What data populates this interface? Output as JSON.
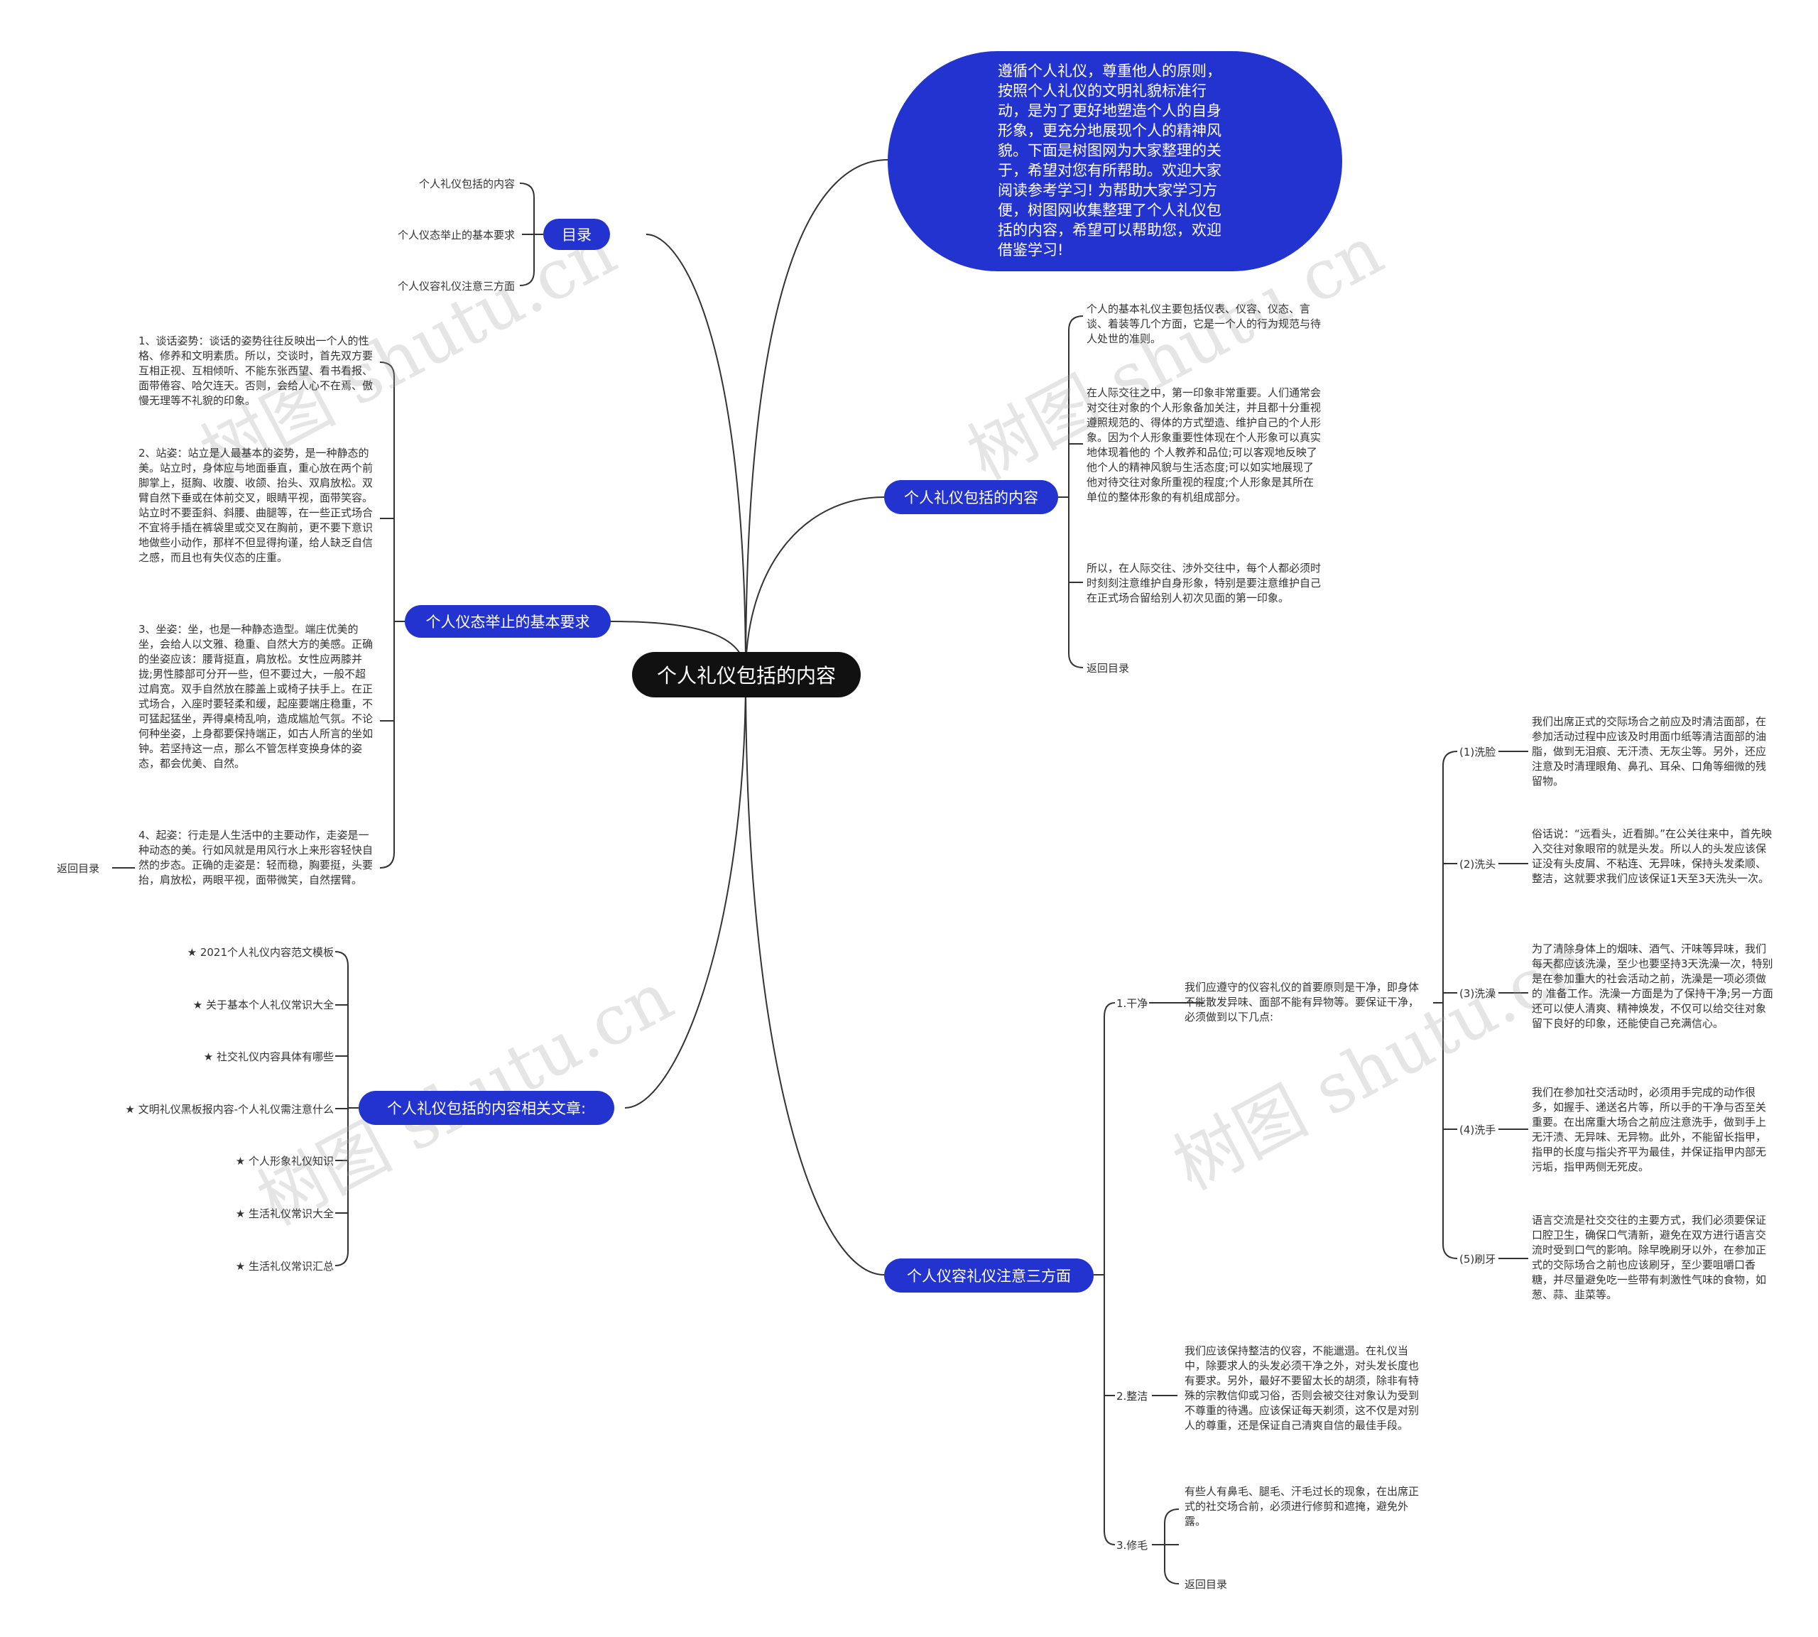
{
  "root": "个人礼仪包括的内容",
  "intro": "遵循个人礼仪，尊重他人的原则，按照个人礼仪的文明礼貌标准行动，是为了更好地塑造个人的自身形象，更充分地展现个人的精神风貌。下面是树图网为大家整理的关于，希望对您有所帮助。欢迎大家阅读参考学习! 为帮助大家学习方便，树图网收集整理了个人礼仪包括的内容，希望可以帮助您，欢迎借鉴学习!",
  "left": {
    "toc": {
      "label": "目录",
      "items": [
        "个人礼仪包括的内容",
        "个人仪态举止的基本要求",
        "个人仪容礼仪注意三方面"
      ]
    },
    "posture": {
      "label": "个人仪态举止的基本要求",
      "items": [
        "1、谈话姿势：谈话的姿势往往反映出一个人的性格、修养和文明素质。所以，交谈时，首先双方要互相正视、互相倾听、不能东张西望、看书看报、面带倦容、哈欠连天。否则，会给人心不在焉、傲慢无理等不礼貌的印象。",
        "2、站姿：站立是人最基本的姿势，是一种静态的美。站立时，身体应与地面垂直，重心放在两个前脚掌上，挺胸、收腹、收颌、抬头、双肩放松。双臂自然下垂或在体前交叉，眼睛平视，面带笑容。站立时不要歪斜、斜腰、曲腿等，在一些正式场合不宜将手插在裤袋里或交叉在胸前，更不要下意识地做些小动作，那样不但显得拘谨，给人缺乏自信之感，而且也有失仪态的庄重。",
        "3、坐姿：坐，也是一种静态造型。端庄优美的坐，会给人以文雅、稳重、自然大方的美感。正确的坐姿应该：腰背挺直，肩放松。女性应两膝并拢;男性膝部可分开一些，但不要过大，一般不超过肩宽。双手自然放在膝盖上或椅子扶手上。在正式场合，入座时要轻柔和缓，起座要端庄稳重，不可猛起猛坐，弄得桌椅乱响，造成尴尬气氛。不论何种坐姿，上身都要保持端正，如古人所言的坐如钟。若坚持这一点，那么不管怎样变换身体的姿态，都会优美、自然。",
        "4、起姿：行走是人生活中的主要动作，走姿是一种动态的美。行如风就是用风行水上来形容轻快自然的步态。正确的走姿是：轻而稳，胸要挺，头要抬，肩放松，两眼平视，面带微笑，自然摆臂。"
      ],
      "back": "返回目录"
    },
    "related": {
      "label": "个人礼仪包括的内容相关文章:",
      "items": [
        "★ 2021个人礼仪内容范文模板",
        "★ 关于基本个人礼仪常识大全",
        "★ 社交礼仪内容具体有哪些",
        "★ 文明礼仪黑板报内容-个人礼仪需注意什么",
        "★ 个人形象礼仪知识",
        "★ 生活礼仪常识大全",
        "★ 生活礼仪常识汇总"
      ]
    }
  },
  "right": {
    "content": {
      "label": "个人礼仪包括的内容",
      "items": [
        "个人的基本礼仪主要包括仪表、仪容、仪态、言谈、着装等几个方面，它是一个人的行为规范与待人处世的准则。",
        "在人际交往之中，第一印象非常重要。人们通常会对交往对象的个人形象备加关注，并且都十分重视遵照规范的、得体的方式塑造、维护自己的个人形象。因为个人形象重要性体现在个人形象可以真实地体现着他的 个人教养和品位;可以客观地反映了他个人的精神风貌与生活态度;可以如实地展现了他对待交往对象所重视的程度;个人形象是其所在单位的整体形象的有机组成部分。",
        "所以，在人际交往、涉外交往中，每个人都必须时时刻刻注意维护自身形象，特别是要注意维护自己在正式场合留给别人初次见面的第一印象。"
      ],
      "back": "返回目录"
    },
    "grooming": {
      "label": "个人仪容礼仪注意三方面",
      "clean": {
        "label": "1.干净",
        "desc": "我们应遵守的仪容礼仪的首要原则是干净，即身体不能散发异味、面部不能有异物等。要保证干净，必须做到以下几点:",
        "items": [
          {
            "label": "(1)洗脸",
            "text": "我们出席正式的交际场合之前应及时清洁面部，在参加活动过程中应该及时用面巾纸等清洁面部的油脂，做到无泪痕、无汗渍、无灰尘等。另外，还应注意及时清理眼角、鼻孔、耳朵、口角等细微的残留物。"
          },
          {
            "label": "(2)洗头",
            "text": "俗话说：“远看头，近看脚。”在公关往来中，首先映入交往对象眼帘的就是头发。所以人的头发应该保证没有头皮屑、不粘连、无异味，保持头发柔顺、整洁，这就要求我们应该保证1天至3天洗头一次。"
          },
          {
            "label": "(3)洗澡",
            "text": "为了清除身体上的烟味、酒气、汗味等异味，我们每天都应该洗澡，至少也要坚持3天洗澡一次，特别是在参加重大的社会活动之前，洗澡是一项必须做的 准备工作。洗澡一方面是为了保持干净;另一方面还可以使人清爽、精神焕发，不仅可以给交往对象留下良好的印象，还能使自己充满信心。"
          },
          {
            "label": "(4)洗手",
            "text": "我们在参加社交活动时，必须用手完成的动作很多，如握手、递送名片等，所以手的干净与否至关重要。在出席重大场合之前应注意洗手，做到手上无汗渍、无异味、无异物。此外，不能留长指甲，指甲的长度与指尖齐平为最佳，并保证指甲内部无污垢，指甲两侧无死皮。"
          },
          {
            "label": "(5)刷牙",
            "text": "语言交流是社交交往的主要方式，我们必须要保证口腔卫生，确保口气清新，避免在双方进行语言交流时受到口气的影响。除早晚刷牙以外，在参加正式的交际场合之前也应该刷牙，至少要咀嚼口香糖，并尽量避免吃一些带有刺激性气味的食物，如葱、蒜、韭菜等。"
          }
        ]
      },
      "tidy": {
        "label": "2.整洁",
        "text": "我们应该保持整洁的仪容，不能邋遢。在礼仪当中，除要求人的头发必须干净之外，对头发长度也有要求。另外，最好不要留太长的胡须，除非有特殊的宗教信仰或习俗，否则会被交往对象认为受到不尊重的待遇。应该保证每天剃须，这不仅是对别人的尊重，还是保证自己清爽自信的最佳手段。"
      },
      "trim": {
        "label": "3.修毛",
        "text": "有些人有鼻毛、腿毛、汗毛过长的现象，在出席正式的社交场合前，必须进行修剪和遮掩，避免外露。",
        "back": "返回目录"
      }
    }
  },
  "watermark": "树图 shutu.cn",
  "colors": {
    "accent": "#2333d0",
    "root_bg": "#111111",
    "line": "#333333"
  }
}
